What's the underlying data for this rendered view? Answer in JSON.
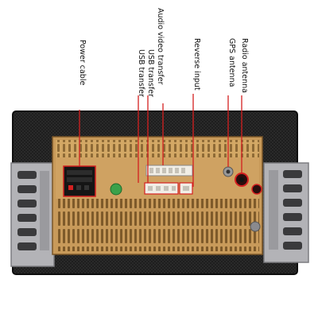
{
  "callouts": [
    {
      "id": "power_cable",
      "label": "Power cable"
    },
    {
      "id": "usb_transfer_2",
      "label": "USB transfer"
    },
    {
      "id": "usb_transfer_1",
      "label": "USB transfer"
    },
    {
      "id": "audio_video_transfer",
      "label": "Audio video transfer"
    },
    {
      "id": "reverse_input",
      "label": "Reverse input"
    },
    {
      "id": "gps_antenna",
      "label": "GPS antenna"
    },
    {
      "id": "radio_antenna",
      "label": "Radio antenna"
    }
  ],
  "colors": {
    "leader_line": "#d42020",
    "bracket": "#a9a9ad",
    "bezel": "#1c1c1c",
    "panel": "#c89a5a",
    "panel_dark": "#8e6a36",
    "connector_border": "#d42020"
  }
}
